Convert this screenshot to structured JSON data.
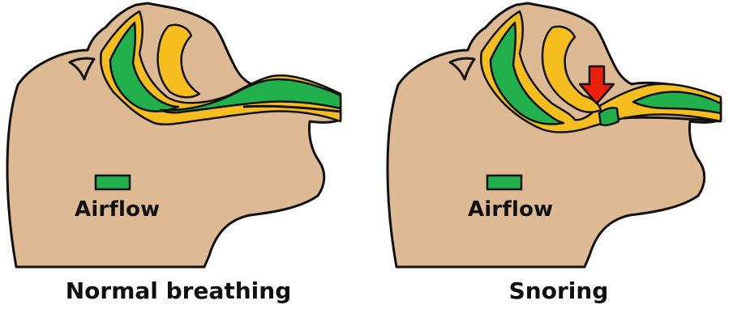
{
  "panels": [
    {
      "legend_label": "Airflow",
      "caption": "Normal breathing",
      "airway_state": "open"
    },
    {
      "legend_label": "Airflow",
      "caption": "Snoring",
      "airway_state": "narrowed",
      "indicator": "down-arrow"
    }
  ],
  "colors": {
    "skin": "#DDB994",
    "airflow": "#22B04C",
    "tissue": "#F5BE1E",
    "arrow": "#E8200C",
    "outline": "#111111"
  }
}
